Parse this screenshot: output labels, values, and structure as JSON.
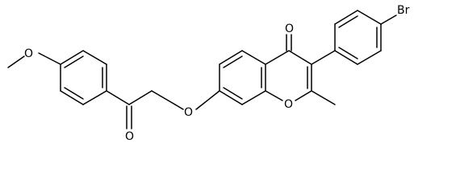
{
  "molecule": {
    "atoms": {
      "br": "Br",
      "carbonyl_o": "O",
      "ring_o": "O",
      "ether_o": "O",
      "ketone_o": "O",
      "methoxy_o": "O"
    }
  },
  "colors": {
    "bond": "#000000",
    "text": "#000000",
    "background": "#ffffff"
  }
}
